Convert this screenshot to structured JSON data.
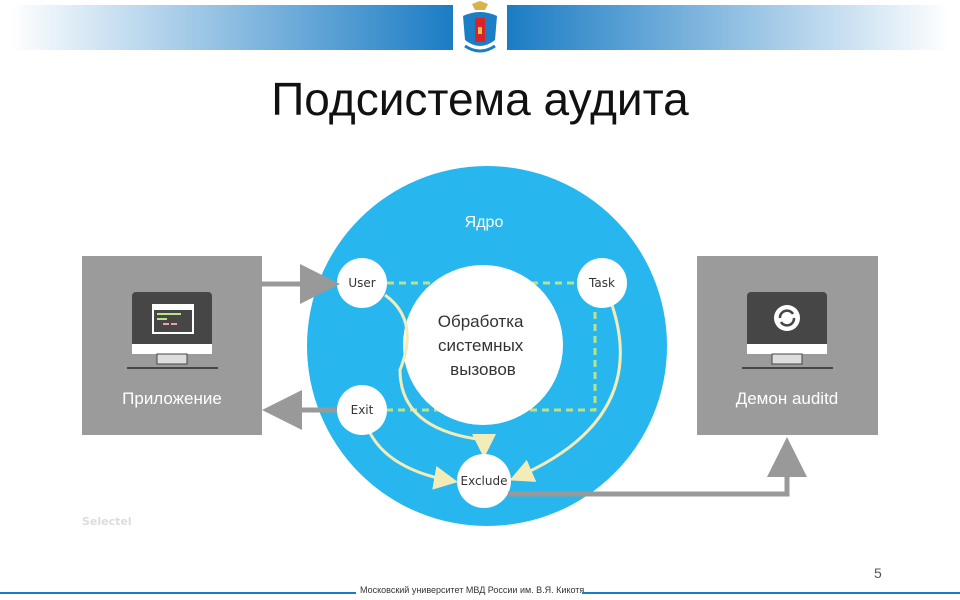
{
  "slide": {
    "title": "Подсистема аудита",
    "page_number": "5",
    "footer": "Московский университет МВД России им. В.Я. Кикотя",
    "watermark": "Selectel"
  },
  "diagram": {
    "kernel_label": "Ядро",
    "core_label_lines": [
      "Обработка",
      "системных",
      "вызовов"
    ],
    "nodes": {
      "user": "User",
      "task": "Task",
      "exit": "Exit",
      "exclude": "Exclude"
    },
    "left_box": "Приложение",
    "right_box": "Демон auditd"
  },
  "colors": {
    "kernel": "#27b7ee",
    "box": "#9b9b9b",
    "arrow": "#999999",
    "flow": "#f3ebb8",
    "dashed": "#b9e28a",
    "brand": "#1b7cc4"
  }
}
